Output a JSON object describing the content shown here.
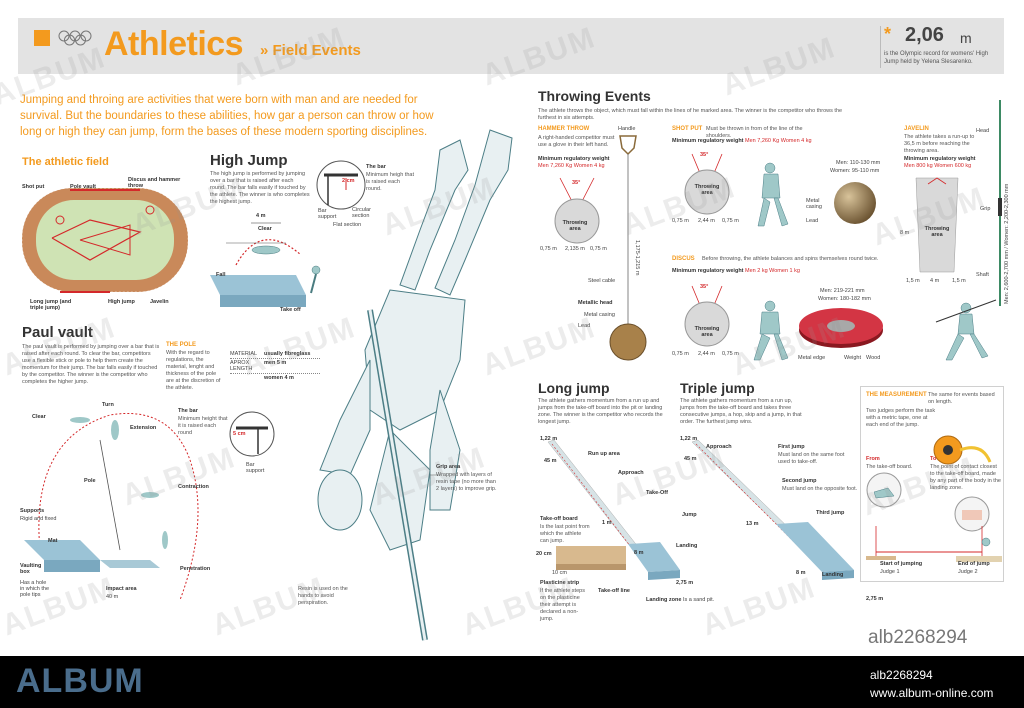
{
  "header": {
    "title": "Athletics",
    "subtitle": "» Field Events",
    "record_value": "2,06",
    "record_unit": "m",
    "record_note": "is the Olympic record for womens' High Jump held by Yelena Slesarenko."
  },
  "intro": "Jumping and throing are activities that were born with man and are needed for survival. But the boundaries to these abilities, how gar a person can throw or how long or high they can jump, form the bases of these modern sporting disciplines.",
  "field": {
    "title": "The athletic field",
    "labels": [
      "Shot put",
      "Pole vault",
      "Discus and hammer throw",
      "Long jump (and triple jump)",
      "High jump",
      "Javelin"
    ]
  },
  "high_jump": {
    "title": "High Jump",
    "desc": "The high jump is performed by jumping over a bar that is raised after each round. The bar falls easily if touched by the athlete. The winner is who completes the highest jump.",
    "bar_title": "The bar",
    "bar_desc": "Minimum heigh that is raised each round.",
    "labels": [
      "4 m",
      "Clear",
      "Fall",
      "Take off",
      "2 cm",
      "Bar support",
      "Circular section",
      "Flat section"
    ]
  },
  "pole_vault": {
    "title": "Paul vault",
    "desc": "The paul vault is performed by jumping over a bar that is raised after each round. To clear the bar, competitors use a flexible stick or pole to help them create the momentum for their jump. The bar falls easily if touched by the competitor. The winner is the competitor who completes the higher jump.",
    "pole_title": "THE POLE",
    "pole_desc": "With the regard to regulations, the material, lenght and thickness of the pole are at the discretion of the athlete.",
    "table": [
      {
        "k": "MATERIAL",
        "v": "usually fibreglass"
      },
      {
        "k": "APROX LENGTH",
        "v": "men 5 m"
      },
      {
        "k": "",
        "v": "women 4 m"
      }
    ],
    "bar_title": "The bar",
    "bar_desc": "Minimum height that it is raised each round",
    "bar_size": "5 cm",
    "bar_support": "Bar support",
    "labels": [
      "Clear",
      "Turn",
      "Extension",
      "Pole",
      "Contraction",
      "Supports",
      "Rigid and fixed",
      "Mat",
      "Vaulting box",
      "Has a hole in which the pole tips",
      "Impact area",
      "40 m",
      "Penetration"
    ],
    "grip_title": "Grip area",
    "grip_desc": "Wrapped with layers of resin tape (no more than 2 layers) to improve grip.",
    "resin": "Resin is used on the hands to avoid perspiration."
  },
  "throwing": {
    "title": "Throwing Events",
    "desc": "The athlete throws the object, which must fall within the lines of he marked area. The winner is the competitor who throws the furthest in six attempts.",
    "hammer": {
      "title": "HAMMER THROW",
      "desc": "A right-handed competitor must use a glove in their left hand.",
      "weight_label": "Minimum regulatory weight",
      "weight": "Men 7,260 Kg Women 4 kg",
      "labels": [
        "Handle",
        "35°",
        "Throwing area",
        "0,75 m",
        "2,135 m",
        "0,75 m",
        "1,175-1,215 m",
        "Steel cable",
        "Metallic head",
        "Metal casing",
        "Lead"
      ]
    },
    "shot_put": {
      "title": "SHOT PUT",
      "desc": "Must be thrown in from of the line of the shoulders.",
      "weight_label": "Minimum regulatory weight",
      "weight": "Men 7,260 Kg Women 4 kg",
      "labels": [
        "35°",
        "Throwing area",
        "0,75 m",
        "2,44 m",
        "0,75 m",
        "Men: 110-130 mm",
        "Women: 95-110 mm",
        "Metal casing",
        "Lead"
      ]
    },
    "javelin": {
      "title": "JAVELIN",
      "desc": "The athlete takes a run-up to 36,5 m before reaching the throwing area.",
      "weight_label": "Minimum regulatory weight",
      "weight": "Men 800 kg Women 600 kg",
      "labels": [
        "Head",
        "Grip",
        "Shaft",
        "Men: 2,600-2,700 mm / Women: 2,200-2,300 mm",
        "Throwing area",
        "8 m",
        "1,5 m",
        "4 m",
        "1,5 m"
      ]
    },
    "discus": {
      "title": "DISCUS",
      "desc": "Before throwing, the athlete balances and spins themselves round twice.",
      "weight_label": "Minimum regulatory weight",
      "weight": "Men 2 kg Women 1 kg",
      "labels": [
        "35°",
        "Throwing area",
        "0,75 m",
        "2,44 m",
        "0,75 m",
        "Men: 219-221 mm",
        "Women: 180-182 mm",
        "Metal edge",
        "Weight",
        "Wood"
      ]
    }
  },
  "long_jump": {
    "title": "Long jump",
    "desc": "The athlete gathers momentum from a run up and jumps from the take-off board into the pit or landing zone. The winner is the competitor who records the longest jump.",
    "labels": [
      "1,22 m",
      "45 m",
      "Run up area",
      "Approach",
      "Take-Off",
      "Jump",
      "Landing",
      "1 m",
      "8 m",
      "2,75 m",
      "20 cm",
      "10 cm",
      "Take-off line"
    ],
    "board_title": "Take-off board",
    "board_desc": "Is the last point from which the athlete can jump.",
    "strip_title": "Plasticine strip",
    "strip_desc": "If the athlete steps on the plasticine their attempt is declared a non-jump.",
    "landing_zone": "Landing zone",
    "landing_zone_desc": "Is a sand pit."
  },
  "triple_jump": {
    "title": "Triple jump",
    "desc": "The athlete gathers momentum from a run up, jumps from the take-off board and takes three consecutive jumps, a hop, skip and a jump, in that order. The furthest jump wins.",
    "labels": [
      "1,22 m",
      "45 m",
      "Approach",
      "First jump",
      "Must land on the same foot used to take-off.",
      "Second jump",
      "Must land on the opposite foot.",
      "Third jump",
      "Landing",
      "13 m",
      "8 m",
      "2,75 m"
    ]
  },
  "measurement": {
    "title": "THE MEASUREMENT",
    "title_note": "The same for events based on length.",
    "desc": "Two judges perform the task with a metric tape, one at each end of the jump.",
    "from_title": "From",
    "from_desc": "The take-off board.",
    "to_title": "To",
    "to_desc": "The point of contact closest to the take-off board, made by any part of the body in the landing zone.",
    "start": "Start of jumping",
    "judge1": "Judge 1",
    "end": "End of jump",
    "judge2": "Judge 2"
  },
  "watermark": "ALBUM",
  "image_id": "alb2268294",
  "footer": {
    "logo": "ALBUM",
    "id": "alb2268294",
    "url": "www.album-online.com"
  },
  "colors": {
    "accent": "#f39a1e",
    "red": "#d4282a",
    "teal": "#7fb4bd",
    "track": "#c9895a",
    "field_green": "#cfe3b4"
  }
}
